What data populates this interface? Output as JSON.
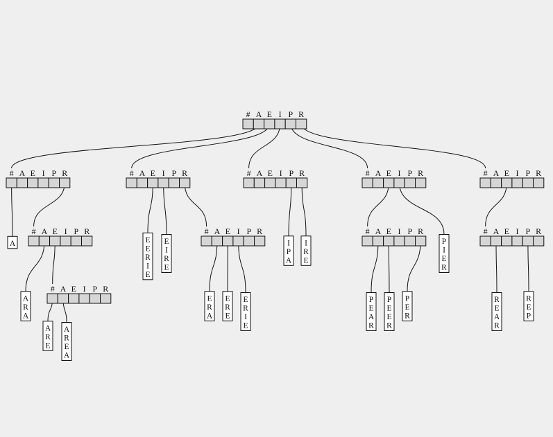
{
  "header_symbols": [
    "#",
    "A",
    "E",
    "I",
    "P",
    "R"
  ],
  "nodes": [
    {
      "id": "root"
    },
    {
      "id": "n-a"
    },
    {
      "id": "n-e"
    },
    {
      "id": "n-i"
    },
    {
      "id": "n-p"
    },
    {
      "id": "n-r"
    },
    {
      "id": "n-ar"
    },
    {
      "id": "n-are"
    },
    {
      "id": "n-er"
    },
    {
      "id": "n-pe"
    },
    {
      "id": "n-re"
    }
  ],
  "leaves": [
    {
      "id": "leaf-a",
      "word": "A"
    },
    {
      "id": "leaf-ara",
      "word": "ARA"
    },
    {
      "id": "leaf-are",
      "word": "ARE"
    },
    {
      "id": "leaf-area",
      "word": "AREA"
    },
    {
      "id": "leaf-eerie",
      "word": "EERIE"
    },
    {
      "id": "leaf-eire",
      "word": "EIRE"
    },
    {
      "id": "leaf-era",
      "word": "ERA"
    },
    {
      "id": "leaf-ere",
      "word": "ERE"
    },
    {
      "id": "leaf-erie",
      "word": "ERIE"
    },
    {
      "id": "leaf-ipa",
      "word": "IPA"
    },
    {
      "id": "leaf-ire",
      "word": "IRE"
    },
    {
      "id": "leaf-pier",
      "word": "PIER"
    },
    {
      "id": "leaf-pear",
      "word": "PEAR"
    },
    {
      "id": "leaf-peer",
      "word": "PEER"
    },
    {
      "id": "leaf-per",
      "word": "PER"
    },
    {
      "id": "leaf-rear",
      "word": "REAR"
    },
    {
      "id": "leaf-rep",
      "word": "REP"
    }
  ],
  "edges": [
    {
      "from": "root",
      "cell": 1,
      "to": "n-a"
    },
    {
      "from": "root",
      "cell": 2,
      "to": "n-e"
    },
    {
      "from": "root",
      "cell": 3,
      "to": "n-i"
    },
    {
      "from": "root",
      "cell": 4,
      "to": "n-p"
    },
    {
      "from": "root",
      "cell": 5,
      "to": "n-r"
    },
    {
      "from": "n-a",
      "cell": 0,
      "to": "leaf-a"
    },
    {
      "from": "n-a",
      "cell": 5,
      "to": "n-ar"
    },
    {
      "from": "n-ar",
      "cell": 1,
      "to": "leaf-ara"
    },
    {
      "from": "n-ar",
      "cell": 2,
      "to": "n-are"
    },
    {
      "from": "n-are",
      "cell": 0,
      "to": "leaf-are"
    },
    {
      "from": "n-are",
      "cell": 1,
      "to": "leaf-area"
    },
    {
      "from": "n-e",
      "cell": 2,
      "to": "leaf-eerie"
    },
    {
      "from": "n-e",
      "cell": 3,
      "to": "leaf-eire"
    },
    {
      "from": "n-e",
      "cell": 5,
      "to": "n-er"
    },
    {
      "from": "n-er",
      "cell": 1,
      "to": "leaf-era"
    },
    {
      "from": "n-er",
      "cell": 2,
      "to": "leaf-ere"
    },
    {
      "from": "n-er",
      "cell": 3,
      "to": "leaf-erie"
    },
    {
      "from": "n-i",
      "cell": 4,
      "to": "leaf-ipa"
    },
    {
      "from": "n-i",
      "cell": 5,
      "to": "leaf-ire"
    },
    {
      "from": "n-p",
      "cell": 2,
      "to": "n-pe"
    },
    {
      "from": "n-p",
      "cell": 3,
      "to": "leaf-pier"
    },
    {
      "from": "n-pe",
      "cell": 1,
      "to": "leaf-pear"
    },
    {
      "from": "n-pe",
      "cell": 2,
      "to": "leaf-peer"
    },
    {
      "from": "n-pe",
      "cell": 5,
      "to": "leaf-per"
    },
    {
      "from": "n-r",
      "cell": 2,
      "to": "n-re"
    },
    {
      "from": "n-re",
      "cell": 1,
      "to": "leaf-rear"
    },
    {
      "from": "n-re",
      "cell": 4,
      "to": "leaf-rep"
    }
  ],
  "colors": {
    "background": "#efefef",
    "cell_fill": "#d6d6d6",
    "leaf_fill": "#ffffff",
    "ink": "#111111"
  }
}
